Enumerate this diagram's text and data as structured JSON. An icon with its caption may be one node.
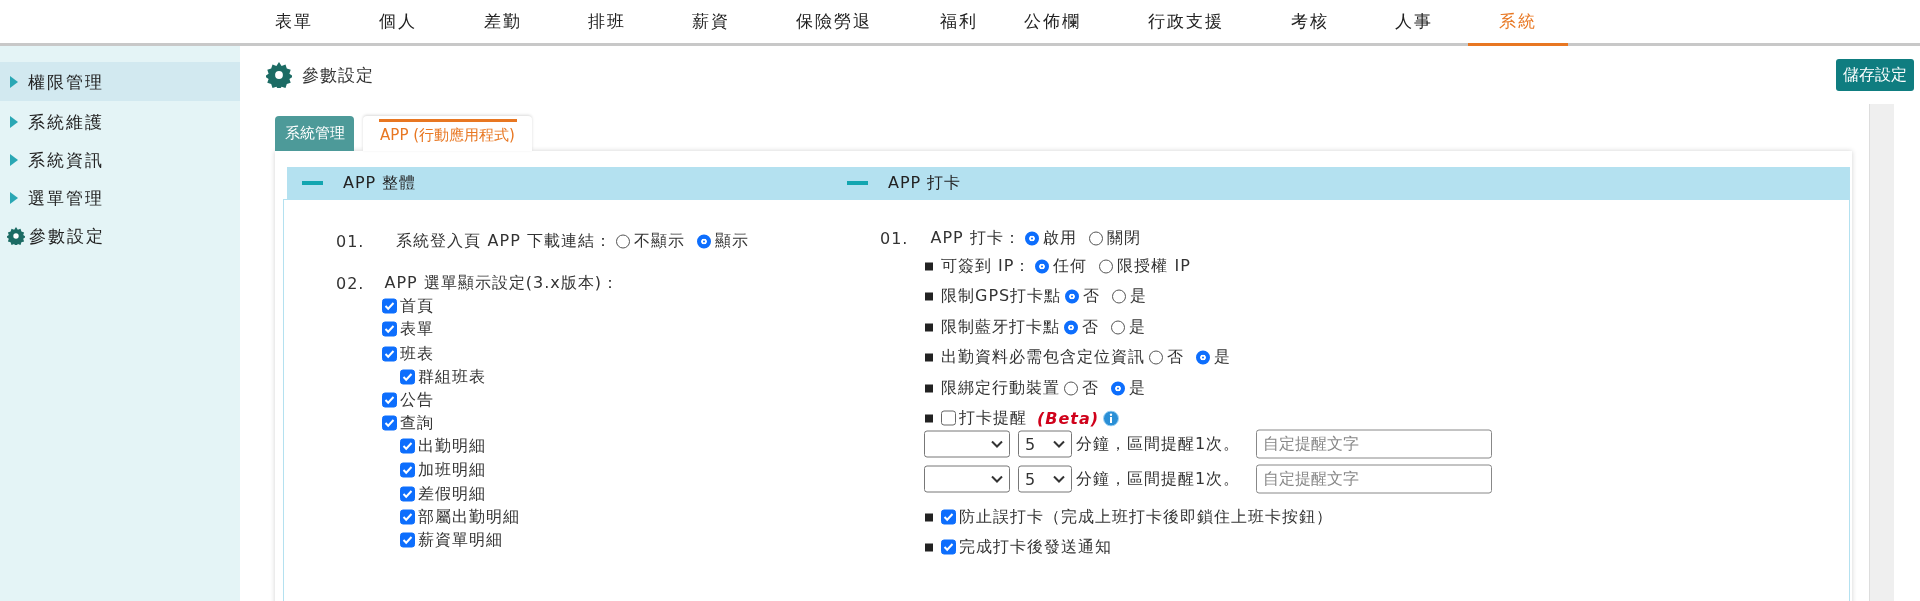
{
  "diagram": {
    "nodes": [
      {
        "text": [
          "權限管理"
        ]
      },
      {
        "text": [
          "儲存設定"
        ]
      },
      {
        "text": [
          "系統管理"
        ]
      },
      {
        "text": [
          "APP (行動應用程式)"
        ]
      },
      {
        "text": [
          "APP 整體"
        ]
      },
      {
        "text": [
          "APP 打卡"
        ]
      },
      {
        "text": [],
        "shape": "box"
      },
      {
        "text": [
          "5"
        ]
      },
      {
        "text": [
          "自定提醒文字"
        ]
      },
      {
        "text": [],
        "shape": "box"
      },
      {
        "text": [
          "5"
        ]
      },
      {
        "text": [
          "自定提醒文字"
        ]
      }
    ],
    "labels": [
      "表單",
      "個人",
      "差勤",
      "排班",
      "薪資",
      "保險勞退",
      "福利",
      "公佈欄",
      "行政支援",
      "考核",
      "人事",
      "系統",
      "系統維護",
      "系統資訊",
      "選單管理",
      "參數設定",
      "參數設定",
      "01.",
      "系統登入頁 APP 下載連結：",
      "不顯示",
      "顯示",
      "02.",
      "APP 選單顯示設定(3.x版本)：",
      "首頁",
      "表單",
      "班表",
      "群組班表",
      "公告",
      "查詢",
      "出勤明細",
      "加班明細",
      "差假明細",
      "部屬出勤明細",
      "薪資單明細",
      "01.",
      "APP 打卡：",
      "啟用",
      "關閉",
      "可簽到 IP：",
      "任何",
      "限授權 IP",
      "限制GPS打卡點",
      "否",
      "是",
      "限制藍牙打卡點",
      "否",
      "是",
      "出勤資料必需包含定位資訊",
      "否",
      "是",
      "限綁定行動裝置",
      "否",
      "是",
      "打卡提醒",
      "(Beta)",
      "分鐘，區間提醒1次。",
      "分鐘，區間提醒1次。",
      "防止誤打卡（完成上班打卡後即鎖住上班卡按鈕）",
      "完成打卡後發送通知"
    ]
  }
}
